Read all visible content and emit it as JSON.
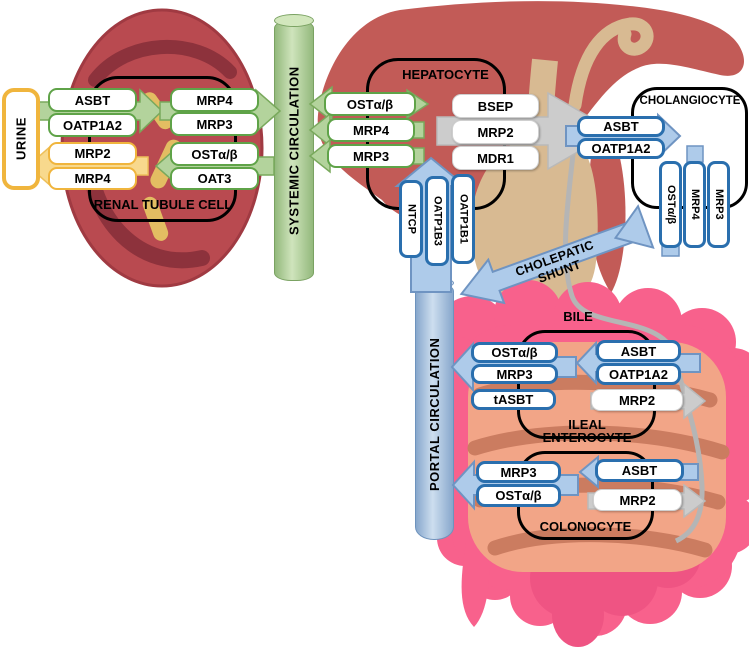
{
  "palette": {
    "green_membrane": "#5fa348",
    "yellow_membrane": "#f0b53d",
    "blue_membrane": "#2a6fae",
    "gray_arrow": "#cccccc",
    "systemic_green": "#b7d5a1",
    "portal_blue": "#a9c3e3",
    "liver_red": "#c25b57",
    "kidney_red": "#b94a50",
    "intestine_pink": "#f8618c"
  },
  "circulation": {
    "systemic": "SYSTEMIC CIRCULATION",
    "portal": "PORTAL CIRCULATION",
    "cholepatic_shunt": "CHOLEPATIC SHUNT",
    "bile": "BILE",
    "urine": "URINE"
  },
  "renal_tubule_cell": {
    "label": "RENAL TUBULE CELL",
    "apical_uptake": [
      "ASBT",
      "OATP1A2"
    ],
    "apical_efflux": [
      "MRP2",
      "MRP4"
    ],
    "basolateral_efflux": [
      "MRP4",
      "MRP3"
    ],
    "basolateral_uptake": [
      "OSTα/β",
      "OAT3"
    ]
  },
  "hepatocyte": {
    "label": "HEPATOCYTE",
    "basolateral_efflux": [
      "OSTα/β",
      "MRP4",
      "MRP3"
    ],
    "canalicular_efflux": [
      "BSEP",
      "MRP2",
      "MDR1"
    ],
    "basolateral_uptake": [
      "NTCP",
      "OATP1B3",
      "OATP1B1"
    ]
  },
  "cholangiocyte": {
    "label": "CHOLANGIOCYTE",
    "apical_uptake": [
      "ASBT",
      "OATP1A2"
    ],
    "basolateral_efflux": [
      "OSTα/β",
      "MRP4",
      "MRP3"
    ]
  },
  "ileal_enterocyte": {
    "label": "ILEAL ENTEROCYTE",
    "basolateral_efflux": [
      "OSTα/β",
      "MRP3",
      "tASBT"
    ],
    "apical_uptake": [
      "ASBT",
      "OATP1A2"
    ],
    "apical_efflux": [
      "MRP2"
    ]
  },
  "colonocyte": {
    "label": "COLONOCYTE",
    "basolateral_efflux": [
      "MRP3",
      "OSTα/β"
    ],
    "apical_uptake": [
      "ASBT"
    ],
    "apical_efflux": [
      "MRP2"
    ]
  }
}
